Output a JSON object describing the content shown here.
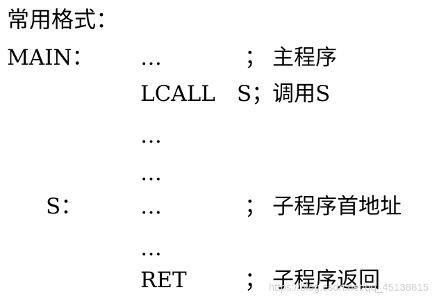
{
  "heading": "常用格式：",
  "rows": [
    {
      "label": "MAIN：",
      "code": "…",
      "semicolon": "；",
      "comment": "主程序"
    },
    {
      "label": "",
      "code": "LCALL　S；",
      "semicolon": "",
      "comment": "调用S"
    },
    {
      "label": "",
      "code": "…",
      "semicolon": "",
      "comment": ""
    },
    {
      "label": "",
      "code": "…",
      "semicolon": "",
      "comment": ""
    },
    {
      "label": "S：",
      "code": "…",
      "semicolon": "；",
      "comment": "子程序首地址"
    },
    {
      "label": "",
      "code": "…",
      "semicolon": "",
      "comment": ""
    },
    {
      "label": "",
      "code": "RET",
      "semicolon": "；",
      "comment": "子程序返回"
    }
  ],
  "watermark": "https://blog.csdn.net/qq_45138815"
}
